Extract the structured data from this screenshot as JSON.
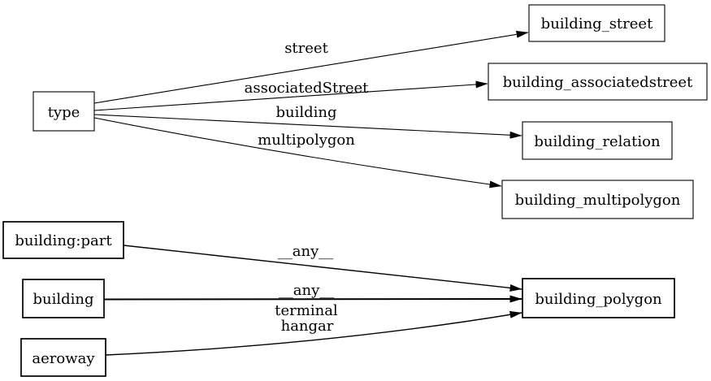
{
  "colors": {
    "background": "#ffffff",
    "stroke": "#000000",
    "text": "#000000"
  },
  "graph": {
    "nodes": {
      "type": {
        "label": "type"
      },
      "building_street": {
        "label": "building_street"
      },
      "building_associatedstreet": {
        "label": "building_associatedstreet"
      },
      "building_relation": {
        "label": "building_relation"
      },
      "building_multipolygon": {
        "label": "building_multipolygon"
      },
      "building_part": {
        "label": "building:part"
      },
      "building": {
        "label": "building"
      },
      "aeroway": {
        "label": "aeroway"
      },
      "building_polygon": {
        "label": "building_polygon"
      }
    },
    "edges": [
      {
        "from": "type",
        "to": "building_street",
        "label": "street"
      },
      {
        "from": "type",
        "to": "building_associatedstreet",
        "label": "associatedStreet"
      },
      {
        "from": "type",
        "to": "building_relation",
        "label": "building"
      },
      {
        "from": "type",
        "to": "building_multipolygon",
        "label": "multipolygon"
      },
      {
        "from": "building:part",
        "to": "building_polygon",
        "label": "__any__"
      },
      {
        "from": "building",
        "to": "building_polygon",
        "label": "__any__"
      },
      {
        "from": "aeroway",
        "to": "building_polygon",
        "label": "terminal hangar",
        "label_lines": [
          "terminal",
          "hangar"
        ]
      }
    ]
  }
}
